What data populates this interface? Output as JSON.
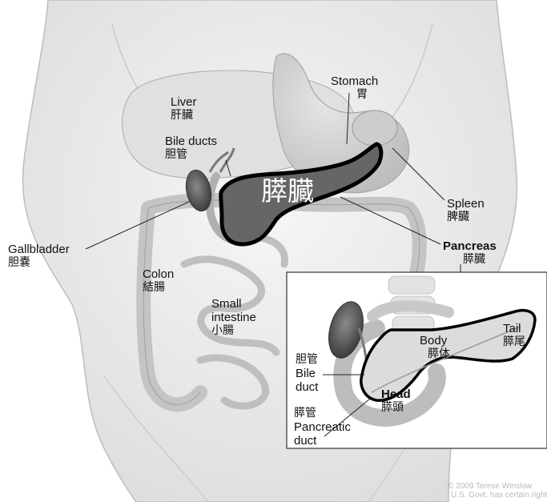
{
  "labels": {
    "liver": {
      "en": "Liver",
      "cn": "肝臟"
    },
    "bile_ducts": {
      "en": "Bile ducts",
      "cn": "胆管"
    },
    "stomach": {
      "en": "Stomach",
      "cn": "胃"
    },
    "pancreas_main": "膵臓",
    "spleen": {
      "en": "Spleen",
      "cn": "脾臓"
    },
    "pancreas": {
      "en": "Pancreas",
      "cn": "膵臓"
    },
    "gallbladder": {
      "en": "Gallbladder",
      "cn": "胆嚢"
    },
    "colon": {
      "en": "Colon",
      "cn": "結腸"
    },
    "small_intestine": {
      "en_line1": "Small",
      "en_line2": "intestine",
      "cn": "小腸"
    }
  },
  "inset": {
    "body": {
      "en": "Body",
      "cn": "膵体"
    },
    "tail": {
      "en": "Tail",
      "cn": "膵尾"
    },
    "bile_duct": {
      "cn": "胆管",
      "en_line1": "Bile",
      "en_line2": "duct"
    },
    "head": {
      "en": "Head",
      "cn": "膵頭"
    },
    "pancreatic_duct": {
      "cn": "膵管",
      "en_line1": "Pancreatic",
      "en_line2": "duct"
    }
  },
  "copyright": {
    "line1": "© 2009 Terese Winslow",
    "line2": "U.S. Govt. has certain rights"
  },
  "colors": {
    "outline": "#000000",
    "pancreas_fill": "#666666",
    "organ_gray": "#cfcfcf"
  }
}
